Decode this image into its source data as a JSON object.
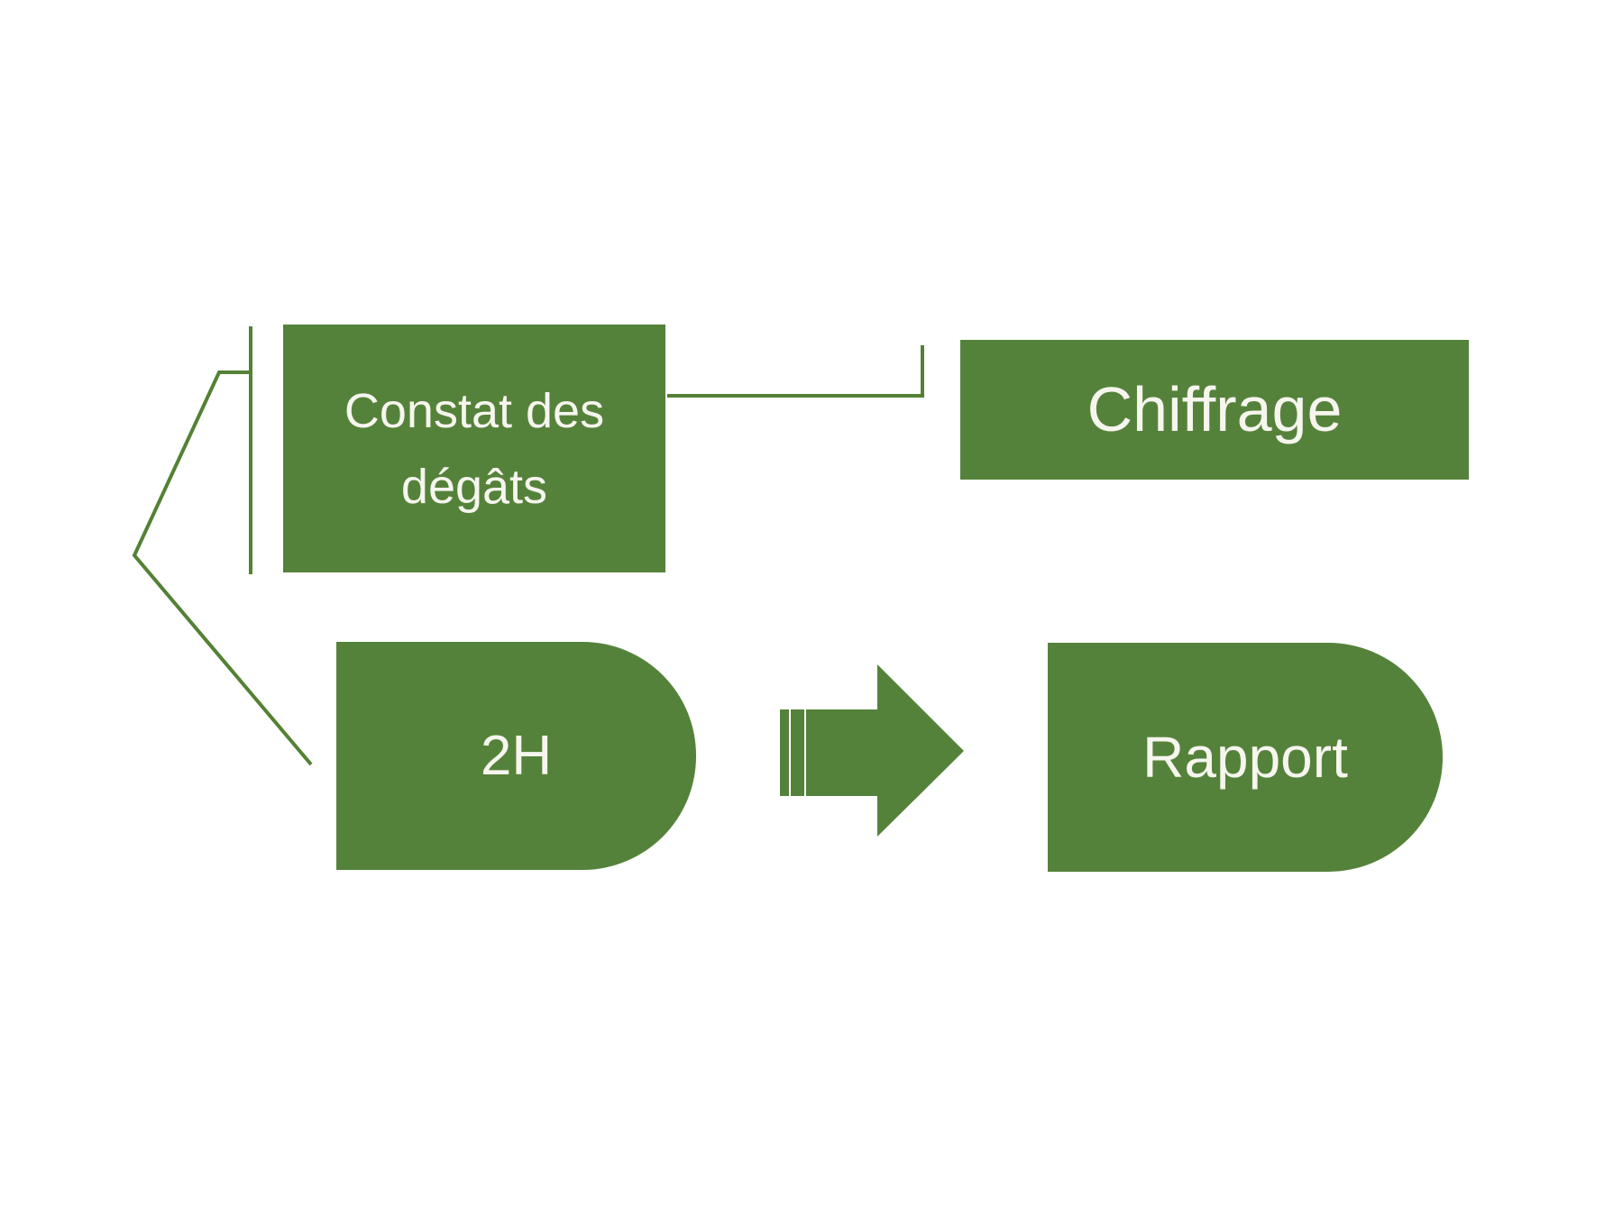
{
  "canvas": {
    "background": "#ffffff"
  },
  "colors": {
    "shape_fill": "#55823a",
    "connector_stroke": "#538135",
    "label_text": "#f6f5ee"
  },
  "nodes": {
    "constat": {
      "label": "Constat des\ndégâts",
      "shape": "rectangle"
    },
    "chiffrage": {
      "label": "Chiffrage",
      "shape": "rectangle"
    },
    "delay_2h": {
      "label": "2H",
      "shape": "delay"
    },
    "rapport": {
      "label": "Rapport",
      "shape": "delay"
    }
  }
}
